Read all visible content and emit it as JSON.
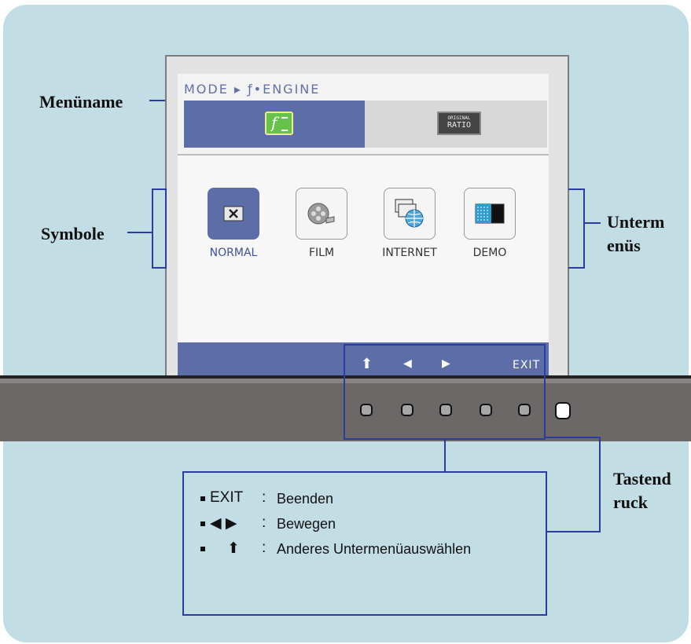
{
  "callouts": {
    "menu_name": "Menüname",
    "symbols": "Symbole",
    "submenus_line1": "Unterm",
    "submenus_line2": "enüs",
    "keypress_line1": "Tastend",
    "keypress_line2": "ruck"
  },
  "osd": {
    "breadcrumb": "MODE ▸ ƒ•ENGINE",
    "tabs": [
      {
        "icon": "f-engine-icon",
        "active": true
      },
      {
        "icon": "original-ratio-icon",
        "label_small": "ORIGINAL",
        "label_big": "RATIO",
        "active": false
      }
    ],
    "modes": [
      {
        "label": "NORMAL",
        "icon": "normal-mode-icon",
        "selected": true
      },
      {
        "label": "FILM",
        "icon": "film-reel-icon",
        "selected": false
      },
      {
        "label": "INTERNET",
        "icon": "internet-globe-icon",
        "selected": false
      },
      {
        "label": "DEMO",
        "icon": "demo-split-icon",
        "selected": false
      }
    ],
    "bottom_bar": {
      "up": "⬆",
      "left": "◀",
      "right": "▶",
      "exit": "EXIT"
    }
  },
  "legend": {
    "rows": [
      {
        "key": "EXIT",
        "colon": ":",
        "desc": "Beenden"
      },
      {
        "key": "◀ ▶",
        "colon": ":",
        "desc": "Bewegen"
      },
      {
        "key": "⬆",
        "colon": ":",
        "desc": "Anderes Untermenüauswählen"
      }
    ]
  },
  "colors": {
    "panel_bg": "#c3dde4",
    "osd_blue": "#5c6da8",
    "callout_blue": "#2b3ea0",
    "bezel": "#6d6868"
  }
}
